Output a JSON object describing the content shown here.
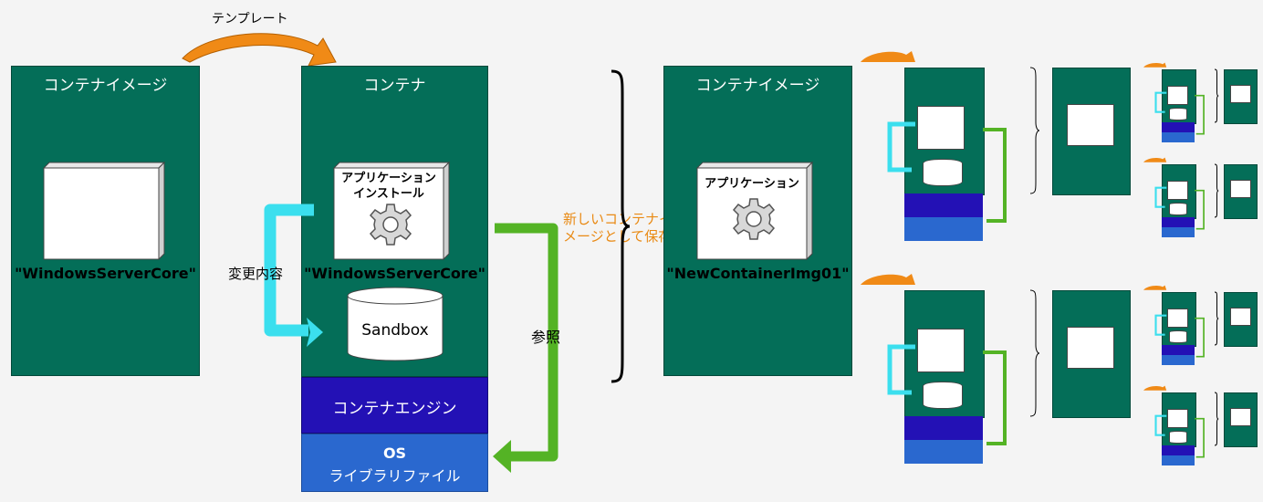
{
  "labels": {
    "template": "テンプレート",
    "container_image": "コンテナイメージ",
    "container": "コンテナ",
    "changes": "変更内容",
    "reference": "参照",
    "app_install_1": "アプリケーション",
    "app_install_2": "インストール",
    "application": "アプリケーション",
    "base_image_name": "\"WindowsServerCore\"",
    "new_image_name": "\"NewContainerImg01\"",
    "sandbox": "Sandbox",
    "engine": "コンテナエンジン",
    "os": "OS",
    "os_lib": "ライブラリファイル",
    "save_as_1": "新しいコンテナイ",
    "save_as_2": "メージとして保存"
  },
  "colors": {
    "panel_green": "#046e58",
    "engine_blue": "#2311b5",
    "os_blue": "#2a68cf",
    "arrow_cyan": "#3bdfee",
    "arrow_green": "#54b325",
    "template_orange": "#f08a16",
    "save_text_orange": "#e98a14"
  },
  "icons": [
    "gear-icon",
    "template-curved-arrow-icon",
    "changes-arrow-icon",
    "reference-arrow-icon",
    "brace-icon"
  ]
}
